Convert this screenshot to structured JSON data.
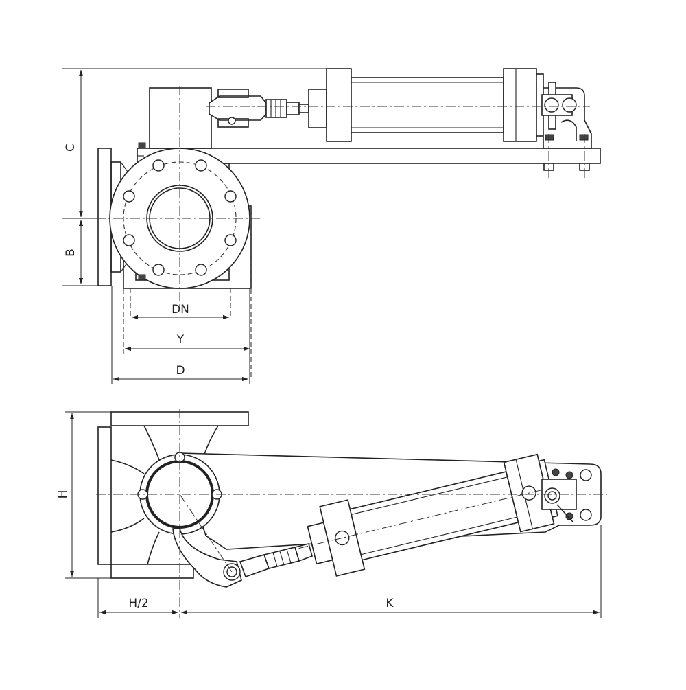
{
  "dimensions": {
    "c": "C",
    "b": "B",
    "dn": "DN",
    "y": "Y",
    "d": "D",
    "h": "H",
    "h_half": "H/2",
    "k": "K"
  }
}
